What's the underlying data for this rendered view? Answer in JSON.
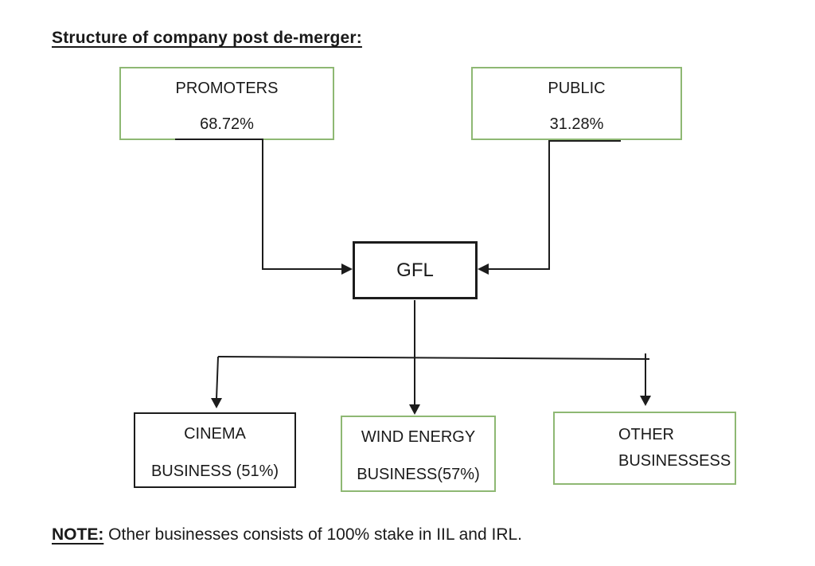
{
  "title": "Structure of company post de-merger:",
  "colors": {
    "green_border": "#8eb873",
    "line": "#1c1c1c",
    "text": "#1a1a1a"
  },
  "diagram": {
    "nodes": {
      "promoters": {
        "line1": "PROMOTERS",
        "line2": "68.72%"
      },
      "public": {
        "line1": "PUBLIC",
        "line2": "31.28%"
      },
      "gfl": {
        "label": "GFL"
      },
      "cinema": {
        "line1": "CINEMA",
        "line2": "BUSINESS (51%)"
      },
      "wind_energy": {
        "line1": "WIND ENERGY",
        "line2": "BUSINESS(57%)"
      },
      "other": {
        "line1": "OTHER",
        "line2": "BUSINESSESS"
      }
    },
    "edges": [
      {
        "from": "PROMOTERS 68.72%",
        "to": "GFL"
      },
      {
        "from": "PUBLIC 31.28%",
        "to": "GFL"
      },
      {
        "from": "GFL",
        "to": "CINEMA BUSINESS (51%)"
      },
      {
        "from": "GFL",
        "to": "WIND ENERGY BUSINESS(57%)"
      },
      {
        "from": "GFL",
        "to": "OTHER BUSINESSESS"
      }
    ]
  },
  "note": {
    "label": "NOTE:",
    "text": " Other businesses consists of 100% stake in IIL and IRL."
  }
}
